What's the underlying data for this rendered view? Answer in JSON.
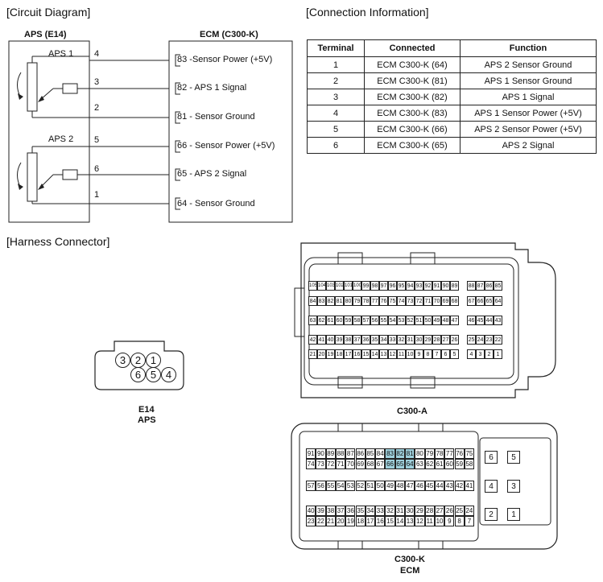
{
  "titles": {
    "circuit": "[Circuit Diagram]",
    "connection": "[Connection Information]",
    "harness": "[Harness Connector]"
  },
  "circuit": {
    "aps_box_label": "APS (E14)",
    "ecm_box_label": "ECM (C300-K)",
    "aps1": "APS 1",
    "aps2": "APS 2",
    "aps_pins": [
      "4",
      "3",
      "2",
      "5",
      "6",
      "1"
    ],
    "ecm_lines": [
      "83 -Sensor Power (+5V)",
      "82 - APS 1 Signal",
      "81 - Sensor Ground",
      "66 - Sensor Power (+5V)",
      "65 - APS 2 Signal",
      "64 - Sensor Ground"
    ]
  },
  "connection_table": {
    "headers": [
      "Terminal",
      "Connected",
      "Function"
    ],
    "rows": [
      [
        "1",
        "ECM C300-K (64)",
        "APS 2 Sensor Ground"
      ],
      [
        "2",
        "ECM C300-K (81)",
        "APS 1 Sensor Ground"
      ],
      [
        "3",
        "ECM C300-K (82)",
        "APS 1 Signal"
      ],
      [
        "4",
        "ECM C300-K (83)",
        "APS 1 Sensor Power (+5V)"
      ],
      [
        "5",
        "ECM C300-K (66)",
        "APS 2 Sensor Power (+5V)"
      ],
      [
        "6",
        "ECM C300-K (65)",
        "APS 2 Signal"
      ]
    ]
  },
  "harness": {
    "e14_pins_top": [
      "3",
      "2",
      "1"
    ],
    "e14_pins_bottom": [
      "6",
      "5",
      "4"
    ],
    "e14_label1": "E14",
    "e14_label2": "APS",
    "c300a_label": "C300-A",
    "c300k_label1": "C300-K",
    "c300k_label2": "ECM",
    "c300a_rows": [
      [
        "105",
        "104",
        "103",
        "102",
        "101",
        "100",
        "99",
        "98",
        "97",
        "96",
        "95",
        "94",
        "93",
        "92",
        "91",
        "90",
        "89"
      ],
      [
        "84",
        "83",
        "82",
        "81",
        "80",
        "79",
        "78",
        "77",
        "76",
        "75",
        "74",
        "73",
        "72",
        "71",
        "70",
        "69",
        "68"
      ],
      [
        "63",
        "62",
        "61",
        "60",
        "59",
        "58",
        "57",
        "56",
        "55",
        "54",
        "53",
        "52",
        "51",
        "50",
        "49",
        "48",
        "47"
      ],
      [
        "42",
        "41",
        "40",
        "39",
        "38",
        "37",
        "36",
        "35",
        "34",
        "33",
        "32",
        "31",
        "30",
        "29",
        "28",
        "27",
        "26"
      ],
      [
        "21",
        "20",
        "19",
        "18",
        "17",
        "16",
        "15",
        "14",
        "13",
        "12",
        "11",
        "10",
        "9",
        "8",
        "7",
        "6",
        "5"
      ]
    ],
    "c300a_right_rows": [
      [
        "88",
        "87",
        "86",
        "85"
      ],
      [
        "67",
        "66",
        "65",
        "64"
      ],
      [
        "46",
        "45",
        "44",
        "43"
      ],
      [
        "25",
        "24",
        "23",
        "22"
      ],
      [
        "4",
        "3",
        "2",
        "1"
      ]
    ],
    "c300k_rows": [
      [
        "91",
        "90",
        "89",
        "88",
        "87",
        "86",
        "85",
        "84",
        "83",
        "82",
        "81",
        "80",
        "79",
        "78",
        "77",
        "76",
        "75"
      ],
      [
        "74",
        "73",
        "72",
        "71",
        "70",
        "69",
        "68",
        "67",
        "66",
        "65",
        "64",
        "63",
        "62",
        "61",
        "60",
        "59",
        "58"
      ],
      [
        "57",
        "56",
        "55",
        "54",
        "53",
        "52",
        "51",
        "50",
        "49",
        "48",
        "47",
        "46",
        "45",
        "44",
        "43",
        "42",
        "41"
      ],
      [
        "40",
        "39",
        "38",
        "37",
        "36",
        "35",
        "34",
        "33",
        "32",
        "31",
        "30",
        "29",
        "28",
        "27",
        "26",
        "25",
        "24"
      ],
      [
        "23",
        "22",
        "21",
        "20",
        "19",
        "18",
        "17",
        "16",
        "15",
        "14",
        "13",
        "12",
        "11",
        "10",
        "9",
        "8",
        "7"
      ]
    ],
    "c300k_highlight": [
      "83",
      "82",
      "81",
      "66",
      "65",
      "64"
    ],
    "c300k_big_pins": [
      [
        "6",
        "5"
      ],
      [
        "4",
        "3"
      ],
      [
        "2",
        "1"
      ]
    ],
    "highlight_color": "#9fd0dc"
  }
}
